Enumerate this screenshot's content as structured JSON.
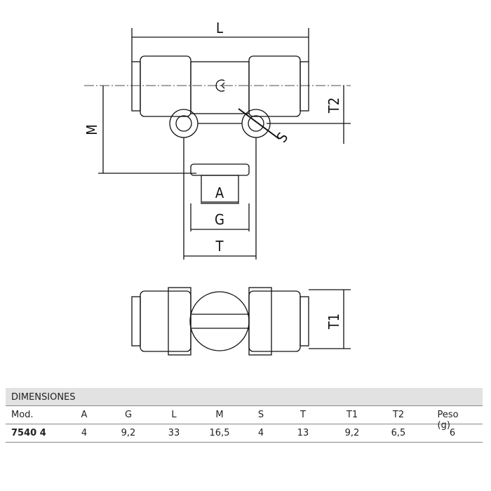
{
  "drawing": {
    "labels": {
      "L": "L",
      "M": "M",
      "T2": "T2",
      "S": "S",
      "A": "A",
      "G": "G",
      "T": "T",
      "T1": "T1"
    }
  },
  "table": {
    "title": "DIMENSIONES",
    "headers": [
      "Mod.",
      "A",
      "G",
      "L",
      "M",
      "S",
      "T",
      "T1",
      "T2",
      "Peso (g)"
    ],
    "rows": [
      [
        "7540 4",
        "4",
        "9,2",
        "33",
        "16,5",
        "4",
        "13",
        "9,2",
        "6,5",
        "6"
      ]
    ]
  }
}
